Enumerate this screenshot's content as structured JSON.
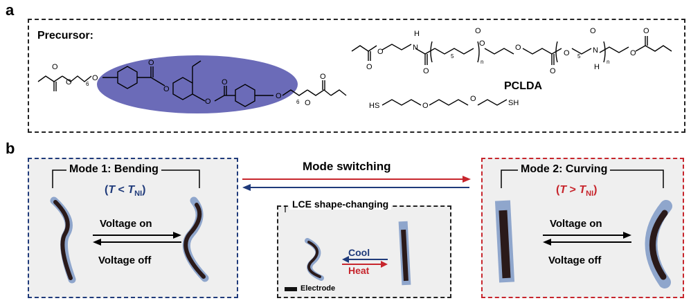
{
  "panels": {
    "a": "a",
    "b": "b"
  },
  "panel_a": {
    "precursor_label": "Precursor:",
    "pclda_label": "PCLDA",
    "subscripts": {
      "n6": "6",
      "n5": "5",
      "n": "n"
    },
    "atoms": {
      "O": "O",
      "N": "N",
      "H": "H",
      "SH": "SH",
      "HS": "HS"
    },
    "mesogen_color": "#6b6bb8"
  },
  "panel_b": {
    "mode1": {
      "title": "Mode 1: Bending",
      "cond_T": "T",
      "cond_op": " < ",
      "cond_T2": "T",
      "cond_sub": "NI",
      "cond_open": "(",
      "cond_close": ")",
      "color": "#1f3a7a"
    },
    "mode2": {
      "title": "Mode 2: Curving",
      "cond_T": "T",
      "cond_op": " > ",
      "cond_T2": "T",
      "cond_sub": "NI",
      "cond_open": "(",
      "cond_close": ")",
      "color": "#c7252c"
    },
    "voltage_on": "Voltage on",
    "voltage_off": "Voltage off",
    "mode_switching": "Mode switching",
    "lce_title": "LCE shape-changing",
    "cool": "Cool",
    "heat": "Heat",
    "electrode": "Electrode",
    "film_color": "#8fa6cc",
    "electrode_color": "#2a1a1a"
  }
}
